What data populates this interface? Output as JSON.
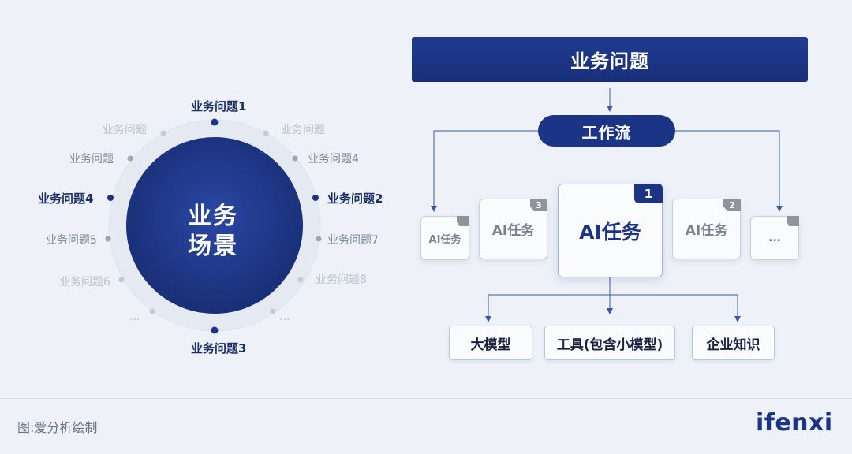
{
  "colors": {
    "navy": "#1c3486",
    "background": "#eef2f8",
    "gray_dot": "#b9c0cc"
  },
  "left": {
    "center_line1": "业务",
    "center_line2": "场景",
    "labels": {
      "q1": "业务问题1",
      "q_faint_tl": "业务问题",
      "q_faint_tr": "业务问题",
      "q_mid_l": "业务问题",
      "q4_r": "业务问题4",
      "q4_l": "业务问题4",
      "q2": "业务问题2",
      "q5": "业务问题5",
      "q7": "业务问题7",
      "q6": "业务问题6",
      "q8": "业务问题8",
      "ell_l": "...",
      "ell_r": "...",
      "q3": "业务问题3"
    }
  },
  "right": {
    "top": "业务问题",
    "workflow": "工作流",
    "tasks": {
      "far_left": "AI任务",
      "left": "AI任务",
      "left_badge": "3",
      "main": "AI任务",
      "main_badge": "1",
      "right": "AI任务",
      "right_badge": "2",
      "far_right": "..."
    },
    "resources": [
      "大模型",
      "工具(包含小模型)",
      "企业知识"
    ]
  },
  "footer": {
    "source": "图:爱分析绘制",
    "logo": "ifenxi"
  }
}
